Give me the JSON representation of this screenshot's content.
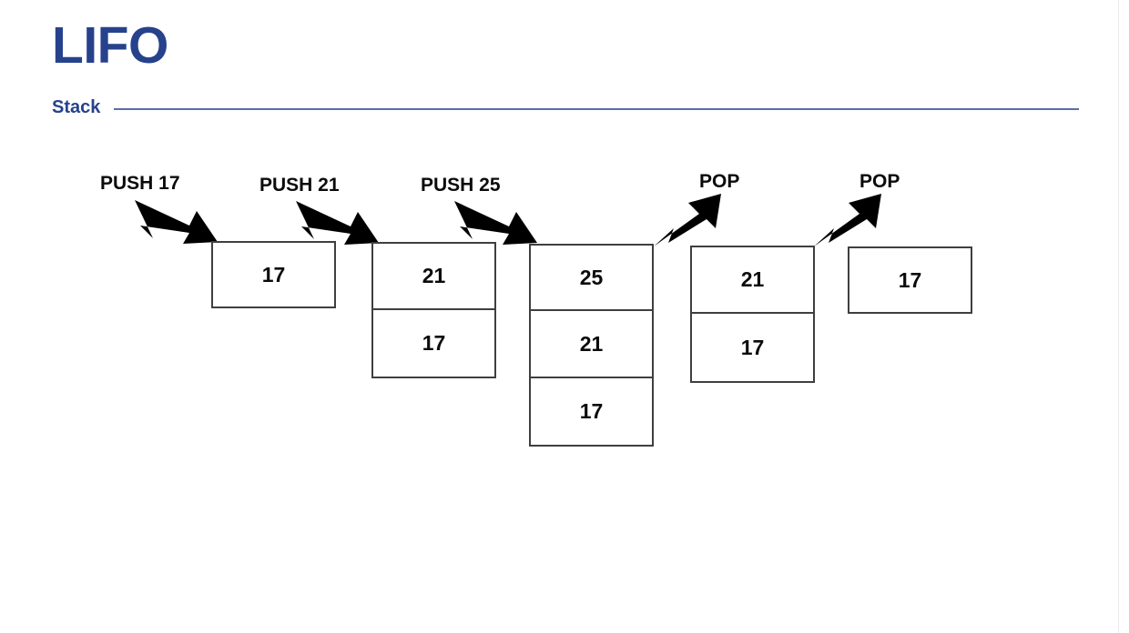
{
  "slide": {
    "title": "LIFO",
    "subtitle": "Stack",
    "title_color": "#27428c",
    "rule_color": "#5a6fa8",
    "background": "#ffffff",
    "box_border_color": "#3f3f3f",
    "arrow_color": "#000000",
    "value_color": "#0b0b0b"
  },
  "diagram": {
    "type": "stack-operations",
    "description": "LIFO stack shown across five states: three PUSH operations followed by two POP operations.",
    "steps": [
      {
        "id": "state-1",
        "operation_label": "PUSH 17",
        "operation_kind": "push",
        "arrow_direction": "down-right",
        "cells": [
          "17"
        ]
      },
      {
        "id": "state-2",
        "operation_label": "PUSH 21",
        "operation_kind": "push",
        "arrow_direction": "down-right",
        "cells": [
          "21",
          "17"
        ]
      },
      {
        "id": "state-3",
        "operation_label": "PUSH 25",
        "operation_kind": "push",
        "arrow_direction": "down-right",
        "cells": [
          "25",
          "21",
          "17"
        ]
      },
      {
        "id": "state-4",
        "operation_label": "POP",
        "operation_kind": "pop",
        "arrow_direction": "up-right",
        "cells": [
          "21",
          "17"
        ]
      },
      {
        "id": "state-5",
        "operation_label": "POP",
        "operation_kind": "pop",
        "arrow_direction": "up-right",
        "cells": [
          "17"
        ]
      }
    ]
  }
}
